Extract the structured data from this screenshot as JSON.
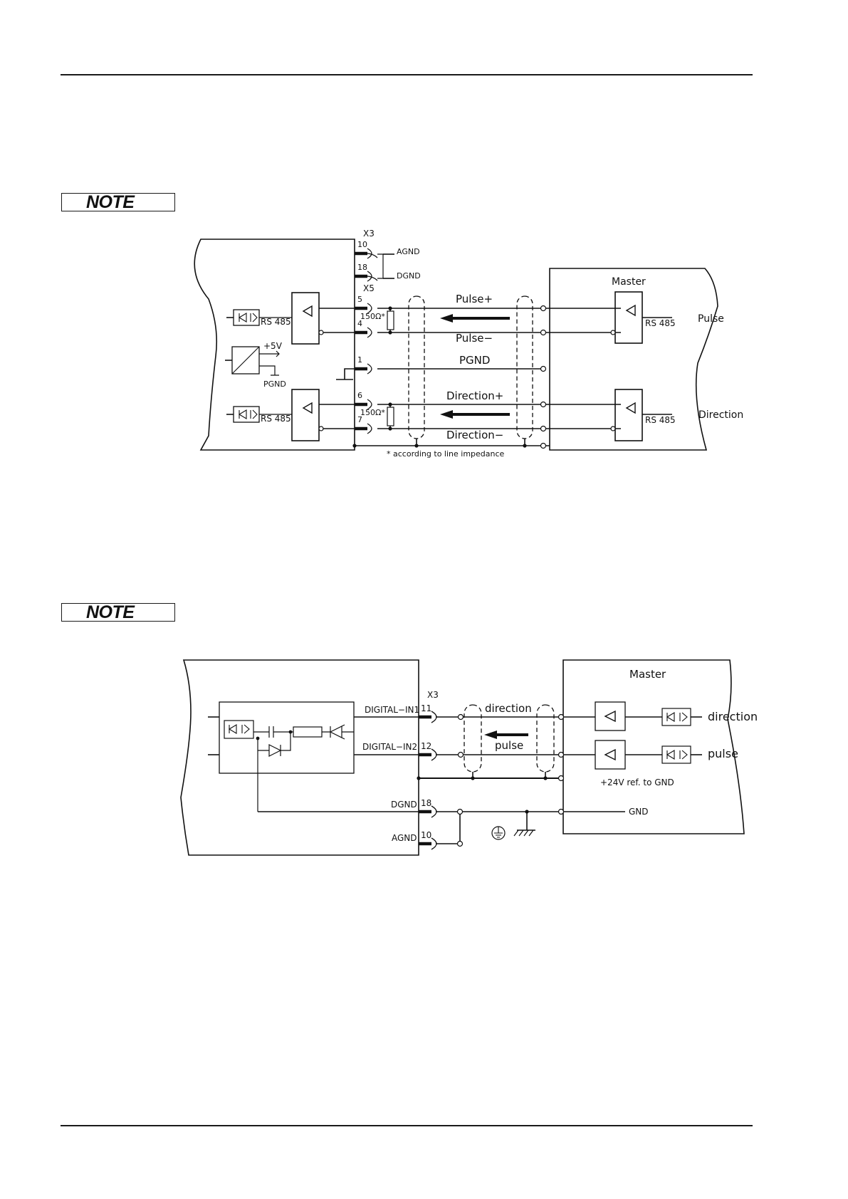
{
  "notes": {
    "note1_label": "NOTE",
    "note2_label": "NOTE"
  },
  "diagram1": {
    "connector_x3": "X3",
    "connector_x5": "X5",
    "pin_10": "10",
    "pin_18": "18",
    "pin_5": "5",
    "pin_4": "4",
    "pin_1": "1",
    "pin_6": "6",
    "pin_7": "7",
    "agnd": "AGND",
    "dgnd": "DGND",
    "rs485_left_top": "RS 485",
    "rs485_left_bottom": "RS 485",
    "rs485_right_top": "RS 485",
    "rs485_right_bottom": "RS 485",
    "plus5v": "+5V",
    "pgnd_small": "PGND",
    "res_top": "150Ω*",
    "res_bottom": "150Ω*",
    "pulse_plus": "Pulse+",
    "pulse_minus": "Pulse−",
    "pgnd": "PGND",
    "direction_plus": "Direction+",
    "direction_minus": "Direction−",
    "master": "Master",
    "pulse_side": "Pulse",
    "direction_side": "Direction",
    "footnote": "* according to line impedance"
  },
  "diagram2": {
    "connector_x3": "X3",
    "digital_in1": "DIGITAL−IN1",
    "digital_in2": "DIGITAL−IN2",
    "dgnd": "DGND",
    "agnd": "AGND",
    "pin_11": "11",
    "pin_12": "12",
    "pin_18": "18",
    "pin_10": "10",
    "direction_cable": "direction",
    "pulse_cable": "pulse",
    "master": "Master",
    "direction_side": "direction",
    "pulse_side": "pulse",
    "ref_24v": "+24V ref. to GND",
    "gnd": "GND"
  }
}
